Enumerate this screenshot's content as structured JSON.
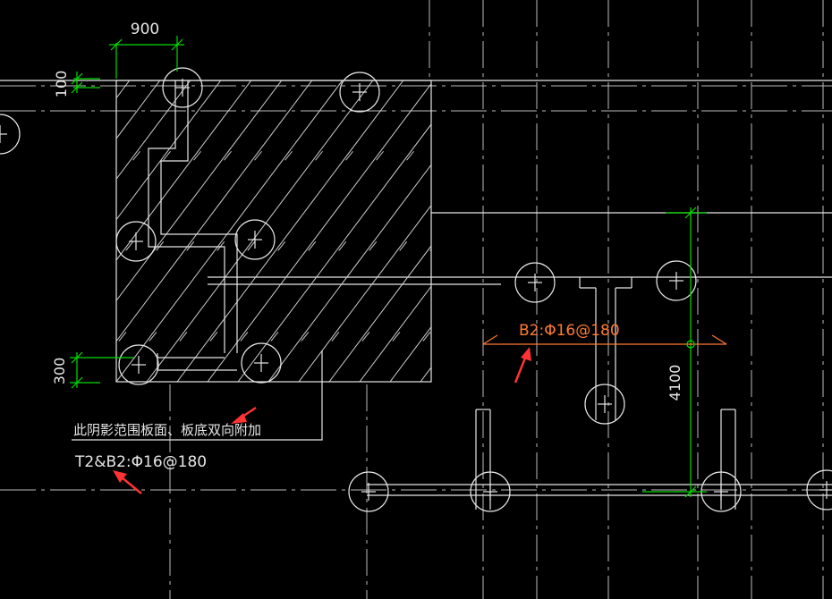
{
  "dimensions": {
    "width_label": "900",
    "top_offset_label": "100",
    "bottom_offset_label": "300",
    "span_label": "4100"
  },
  "annotations": {
    "b2_rebar": "B2:Φ16@180",
    "shaded_note": "此阴影范围板面、板底双向附加",
    "t2_b2_rebar": "T2&B2:Φ16@180"
  },
  "colors": {
    "background": "#000000",
    "lines": "#e6e6e6",
    "dimension": "#00dd00",
    "rebar_note": "#ff7a33",
    "arrow": "#ff3333"
  }
}
